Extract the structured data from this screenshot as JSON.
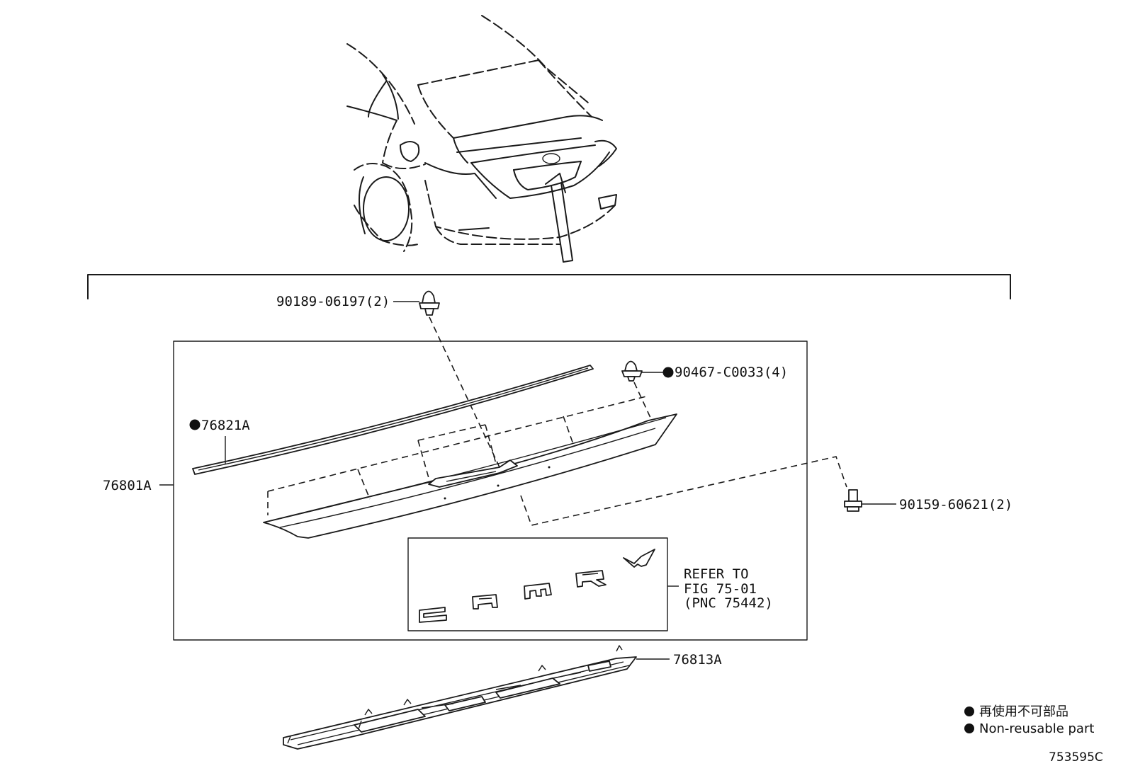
{
  "diagram": {
    "parts": [
      {
        "id": "clip-a",
        "number": "90189-06197(2)",
        "non_reusable": false
      },
      {
        "id": "clip-b",
        "number": "90467-C0033(4)",
        "non_reusable": true
      },
      {
        "id": "moulding",
        "number": "76821A",
        "non_reusable": true
      },
      {
        "id": "garnish-assy",
        "number": "76801A",
        "non_reusable": false
      },
      {
        "id": "screw",
        "number": "90159-60621(2)",
        "non_reusable": false
      },
      {
        "id": "lower-garnish",
        "number": "76813A",
        "non_reusable": false
      }
    ],
    "reference": {
      "line1": "REFER TO",
      "line2": "FIG 75-01",
      "line3": "(PNC 75442)"
    },
    "legend": {
      "japanese": "再使用不可部品",
      "english": "Non-reusable part"
    },
    "figure_code": "753595C"
  }
}
